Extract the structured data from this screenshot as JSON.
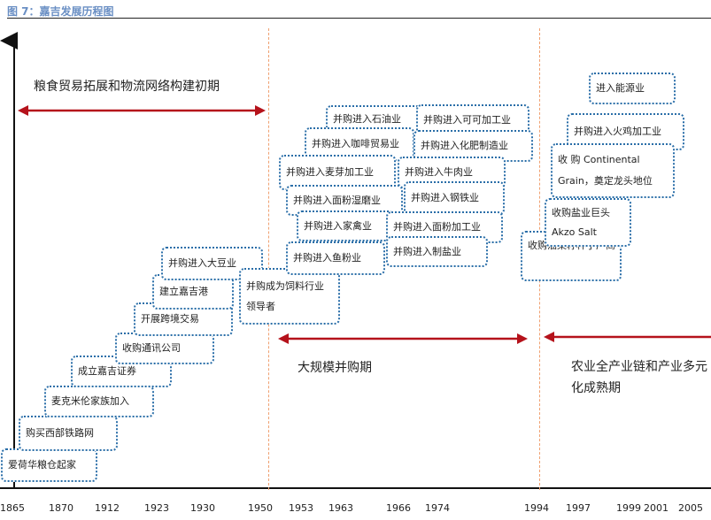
{
  "figure": {
    "title": "图 7：嘉吉发展历程图"
  },
  "periods": [
    {
      "label": "粮食贸易拓展和物流网络构建初期"
    },
    {
      "label": "大规模并购期"
    },
    {
      "label": "农业全产业链和产业多元化成熟期"
    }
  ],
  "years": [
    "1865",
    "1870",
    "1912",
    "1923",
    "1930",
    "1950",
    "1953",
    "1963",
    "1966",
    "1974",
    "1994",
    "1997",
    "1999",
    "2001",
    "2005"
  ],
  "events": [
    {
      "text": "爱荷华粮仓起家"
    },
    {
      "text": "购买西部铁路网"
    },
    {
      "text": "麦克米伦家族加入"
    },
    {
      "text": "成立嘉吉证券"
    },
    {
      "text": "收购通讯公司"
    },
    {
      "text": "开展跨境交易"
    },
    {
      "text": "建立嘉吉港"
    },
    {
      "text": "并购进入大豆业"
    },
    {
      "text": "并购成为饲料行业领导者"
    },
    {
      "text": "并购进入石油业"
    },
    {
      "text": "并购进入咖啡贸易业"
    },
    {
      "text": "并购进入麦芽加工业"
    },
    {
      "text": "并购进入面粉湿磨业"
    },
    {
      "text": "并购进入家禽业"
    },
    {
      "text": "并购进入鱼粉业"
    },
    {
      "text": "并购进入可可加工业"
    },
    {
      "text": "并购进入化肥制造业"
    },
    {
      "text": "并购进入牛肉业"
    },
    {
      "text": "并购进入钢铁业"
    },
    {
      "text": "并购进入面粉加工业"
    },
    {
      "text": "并购进入制盐业"
    },
    {
      "text": "进入能源业"
    },
    {
      "text": "并购进入火鸡加工业"
    },
    {
      "text": "收  购   Continental Grain，奠定龙头地位"
    },
    {
      "text": "收购盐业巨头 Akzo Salt"
    },
    {
      "text": "收购油菜籽种子厂商"
    }
  ],
  "colors": {
    "arrow": "#b5121b",
    "box_border": "#2a6ea8",
    "divider": "#f0a070",
    "title": "#6a8fc4"
  }
}
